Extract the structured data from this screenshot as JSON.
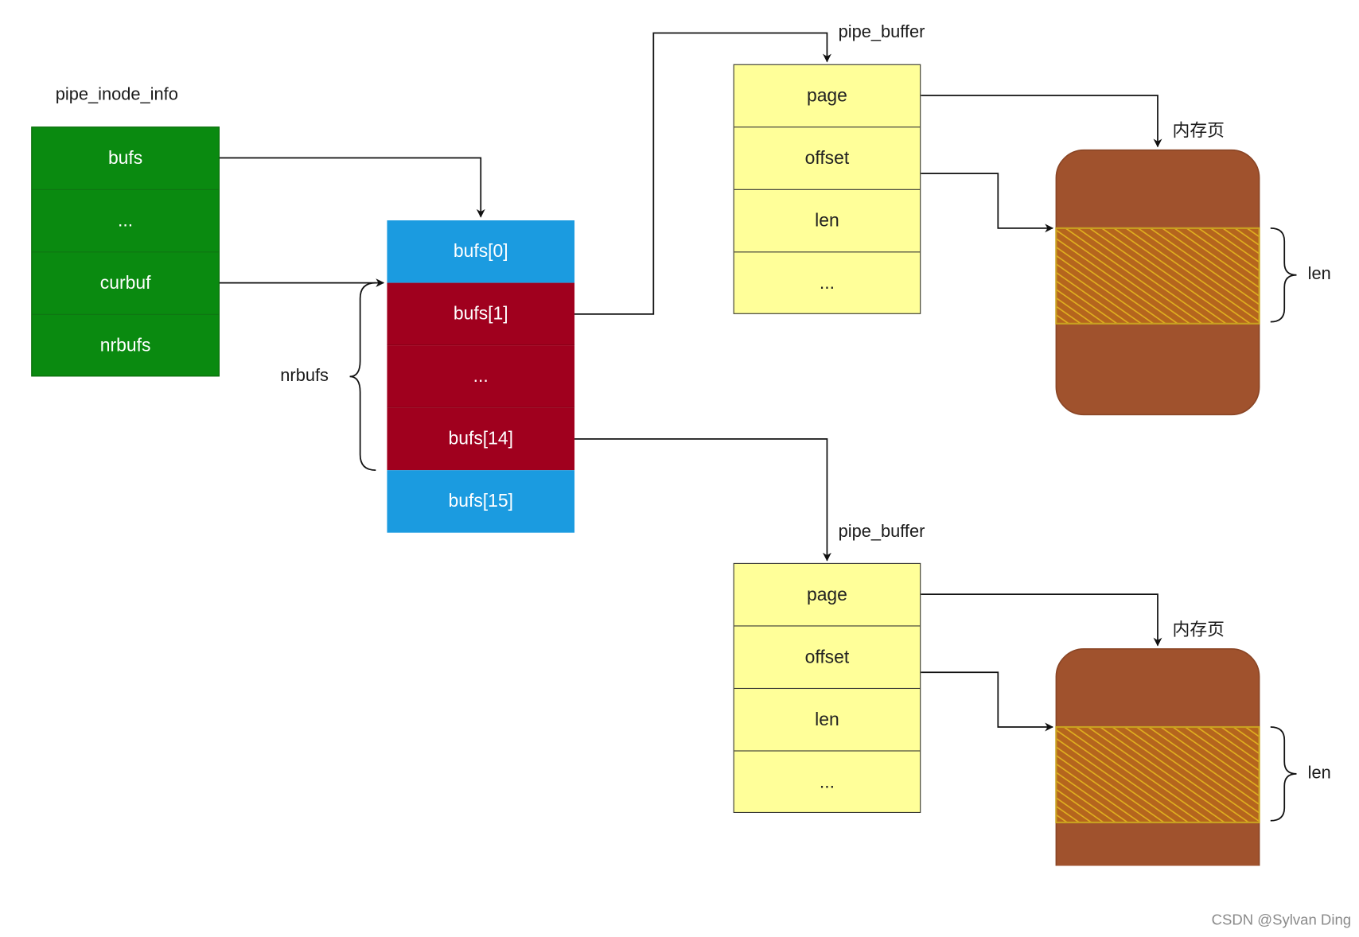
{
  "pipe_inode_info": {
    "title": "pipe_inode_info",
    "fields": [
      "bufs",
      "...",
      "curbuf",
      "nrbufs"
    ]
  },
  "bufs_array": {
    "items": [
      "bufs[0]",
      "bufs[1]",
      "...",
      "bufs[14]",
      "bufs[15]"
    ]
  },
  "nrbufs_label": "nrbufs",
  "pipe_buffer_top": {
    "title": "pipe_buffer",
    "fields": [
      "page",
      "offset",
      "len",
      "..."
    ]
  },
  "pipe_buffer_bottom": {
    "title": "pipe_buffer",
    "fields": [
      "page",
      "offset",
      "len",
      "..."
    ]
  },
  "memory_page_top": {
    "title": "内存页",
    "len_label": "len"
  },
  "memory_page_bottom": {
    "title": "内存页",
    "len_label": "len"
  },
  "watermark": "CSDN @Sylvan Ding",
  "colors": {
    "green": "#0a8a10",
    "blue": "#1b9be0",
    "red": "#a0001e",
    "yellow": "#ffff99",
    "page_brown": "#a0522d",
    "hatch_gold": "#d4a017"
  }
}
